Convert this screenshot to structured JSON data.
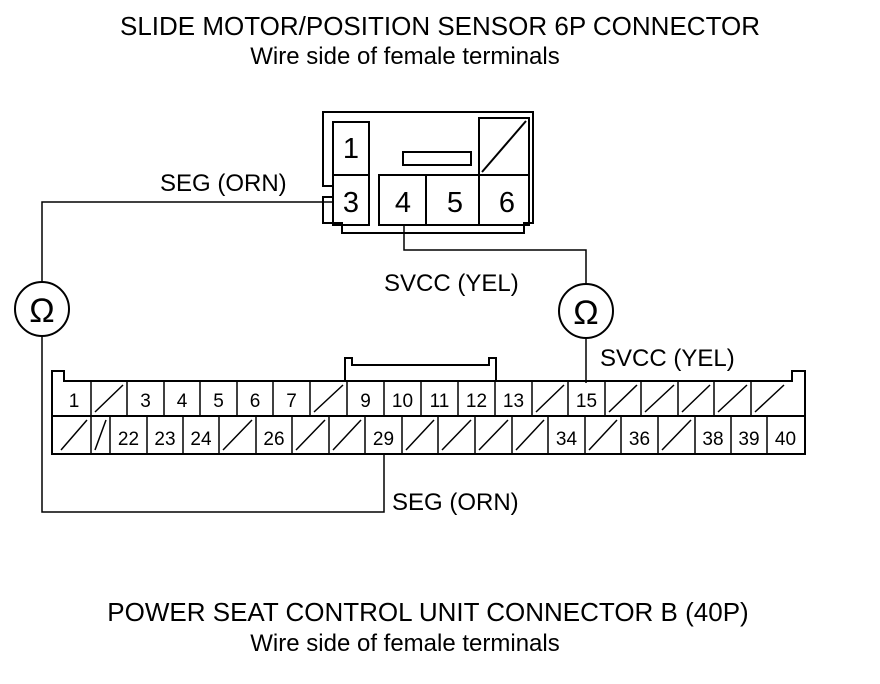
{
  "top_connector": {
    "title": "SLIDE MOTOR/POSITION SENSOR 6P CONNECTOR",
    "subtitle": "Wire side of female terminals",
    "pins": [
      {
        "id": "p1",
        "label": "1"
      },
      {
        "id": "p3",
        "label": "3"
      },
      {
        "id": "p4",
        "label": "4"
      },
      {
        "id": "p5",
        "label": "5"
      },
      {
        "id": "p6",
        "label": "6"
      },
      {
        "id": "p2",
        "label": ""
      }
    ]
  },
  "bottom_connector": {
    "title": "POWER SEAT CONTROL UNIT CONNECTOR B (40P)",
    "subtitle": "Wire side of female terminals",
    "row1": [
      "1",
      "",
      "3",
      "4",
      "5",
      "6",
      "7",
      "",
      "9",
      "10",
      "11",
      "12",
      "13",
      "",
      "15",
      "",
      "",
      "",
      "",
      ""
    ],
    "row2": [
      "",
      "",
      "22",
      "23",
      "24",
      "",
      "26",
      "",
      "",
      "29",
      "",
      "",
      "",
      "",
      "34",
      "",
      "36",
      "",
      "38",
      "39",
      "40"
    ]
  },
  "wires": {
    "seg_top": "SEG (ORN)",
    "svcc_top": "SVCC (YEL)",
    "svcc_bottom": "SVCC (YEL)",
    "seg_bottom": "SEG (ORN)"
  },
  "meters": {
    "left_symbol": "Ω",
    "right_symbol": "Ω"
  }
}
